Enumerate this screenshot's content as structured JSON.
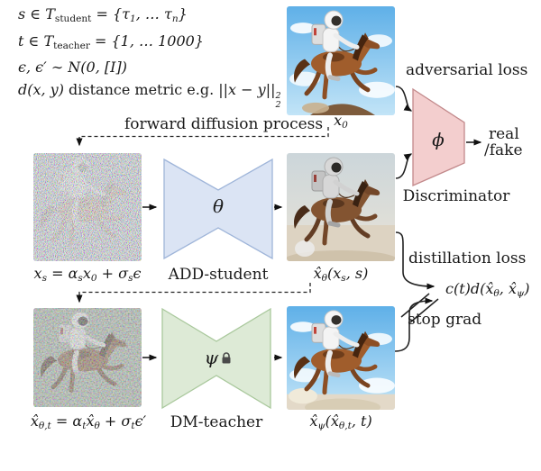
{
  "math_block": {
    "lines": [
      [
        {
          "t": "s ∈ T"
        },
        {
          "s": "sub",
          "t": "student",
          "rm": true
        },
        {
          "t": " = {τ"
        },
        {
          "s": "sub",
          "t": "1"
        },
        {
          "t": ", … τ"
        },
        {
          "s": "sub",
          "t": "n"
        },
        {
          "t": "}"
        }
      ],
      [
        {
          "t": "t ∈ T"
        },
        {
          "s": "sub",
          "t": "teacher",
          "rm": true
        },
        {
          "t": " = {1, … 1000}"
        }
      ],
      [
        {
          "t": "ϵ, ϵ′ ∼ N(0, [I])"
        }
      ],
      [
        {
          "t": "d(x, y) "
        },
        {
          "t": "distance metric e.g. ",
          "rm": true
        },
        {
          "t": "||x − y||"
        },
        {
          "s": "supsub",
          "sup": "2",
          "sub": "2"
        }
      ]
    ]
  },
  "labels": {
    "forward_diffusion": "forward diffusion process",
    "adversarial_loss": "adversarial loss",
    "real": "real",
    "fake": "/fake",
    "discriminator": "Discriminator",
    "distillation_loss": "distillation loss",
    "stop_grad": "stop grad"
  },
  "nodes": {
    "student": {
      "symbol": "θ",
      "caption": "ADD-student",
      "fill": "#dbe4f4",
      "stroke": "#9fb5d9"
    },
    "teacher": {
      "symbol": "ψ",
      "caption": "DM-teacher",
      "fill": "#ddead6",
      "stroke": "#a9c89c"
    },
    "discriminator": {
      "symbol": "ϕ",
      "fill": "#f3cece",
      "stroke": "#c2898b"
    }
  },
  "captions": {
    "x0": [
      {
        "t": "x"
      },
      {
        "s": "sub",
        "t": "0"
      }
    ],
    "xs_formula": [
      {
        "t": "x"
      },
      {
        "s": "sub",
        "t": "s"
      },
      {
        "t": " = α"
      },
      {
        "s": "sub",
        "t": "s"
      },
      {
        "t": "x"
      },
      {
        "s": "sub",
        "t": "0"
      },
      {
        "t": " + σ"
      },
      {
        "s": "sub",
        "t": "s"
      },
      {
        "t": "ϵ"
      }
    ],
    "xtheta_out": [
      {
        "t": "x̂"
      },
      {
        "s": "sub",
        "t": "θ"
      },
      {
        "t": "(x"
      },
      {
        "s": "sub",
        "t": "s"
      },
      {
        "t": ", s)"
      }
    ],
    "xthetat_formula": [
      {
        "t": "x̂"
      },
      {
        "s": "sub",
        "t": "θ,t"
      },
      {
        "t": " = α"
      },
      {
        "s": "sub",
        "t": "t"
      },
      {
        "t": "x̂"
      },
      {
        "s": "sub",
        "t": "θ"
      },
      {
        "t": " + σ"
      },
      {
        "s": "sub",
        "t": "t"
      },
      {
        "t": "ϵ′"
      }
    ],
    "xpsi_out": [
      {
        "t": "x̂"
      },
      {
        "s": "sub",
        "t": "ψ"
      },
      {
        "t": "(x̂"
      },
      {
        "s": "sub",
        "t": "θ,t"
      },
      {
        "t": ", t)"
      }
    ],
    "ctd_formula": [
      {
        "t": "c(t)d(x̂"
      },
      {
        "s": "sub",
        "t": "θ"
      },
      {
        "t": ", x̂"
      },
      {
        "s": "sub",
        "t": "ψ"
      },
      {
        "t": ")"
      }
    ]
  },
  "colors": {
    "background": "#ffffff",
    "arrow": "#222222"
  }
}
